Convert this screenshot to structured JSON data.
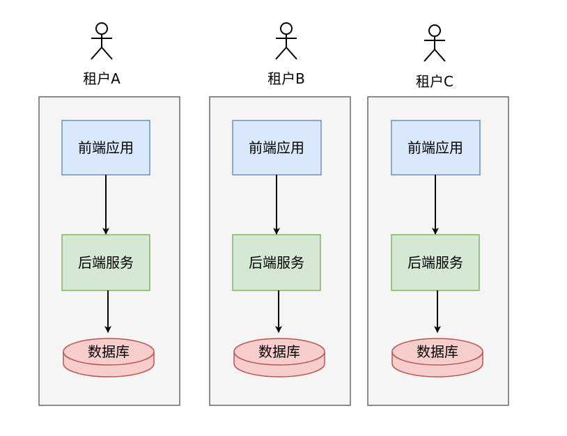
{
  "tenants": [
    {
      "name": "租户A",
      "frontend": "前端应用",
      "backend": "后端服务",
      "database": "数据库"
    },
    {
      "name": "租户B",
      "frontend": "前端应用",
      "backend": "后端服务",
      "database": "数据库"
    },
    {
      "name": "租户C",
      "frontend": "前端应用",
      "backend": "后端服务",
      "database": "数据库"
    }
  ],
  "colors": {
    "container_fill": "#f5f5f5",
    "container_stroke": "#666666",
    "frontend_fill": "#dae8fc",
    "frontend_stroke": "#6c8ebf",
    "backend_fill": "#d5e8d4",
    "backend_stroke": "#82b366",
    "database_fill": "#f8cecc",
    "database_stroke": "#b85450",
    "edge": "#000000"
  }
}
